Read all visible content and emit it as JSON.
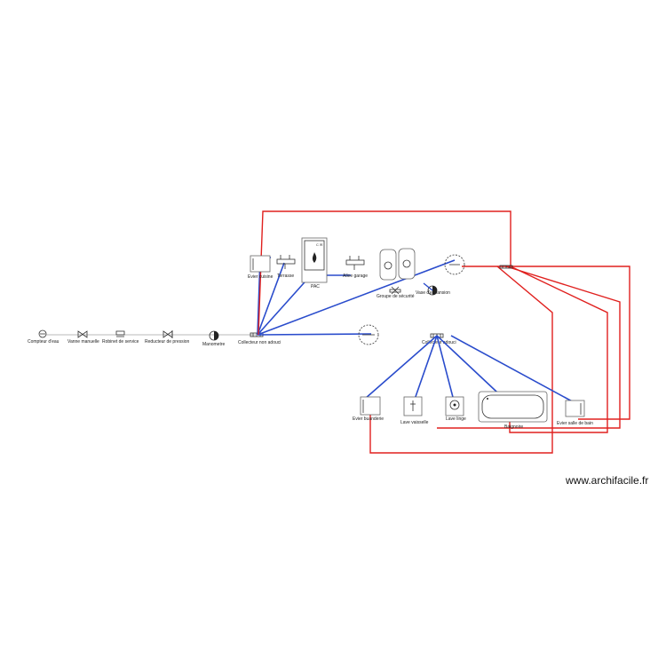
{
  "watermark": "www.archifacile.fr",
  "labels": {
    "compteur": "Compteur d'eau",
    "vanne": "Vanne manuelle",
    "robinet_service": "Robinet de service",
    "reducteur": "Reducteur de pression",
    "manometre": "Manometre",
    "collecteur_non_adouci": "Collecteur non adouci",
    "evier_cuisine": "Evier cuisine",
    "terrasse": "Terrasse",
    "pac": "PAC",
    "allee_garage": "Allee garage",
    "groupe_securite": "Groupe de sécurité",
    "vase_expansion": "Vase d'expansion",
    "collecteur_adouci": "Collecteur adouci",
    "evier_buanderie": "Evier buanderie",
    "lave_vaisselle": "Lave vaisselle",
    "lave_linge": "Lave linge",
    "baignoire": "Baignoire",
    "evier_sdb": "Evier salle de bain"
  },
  "colors": {
    "cold_pipe": "#2a4ccc",
    "hot_pipe": "#e0201e",
    "main_line": "#777777"
  }
}
